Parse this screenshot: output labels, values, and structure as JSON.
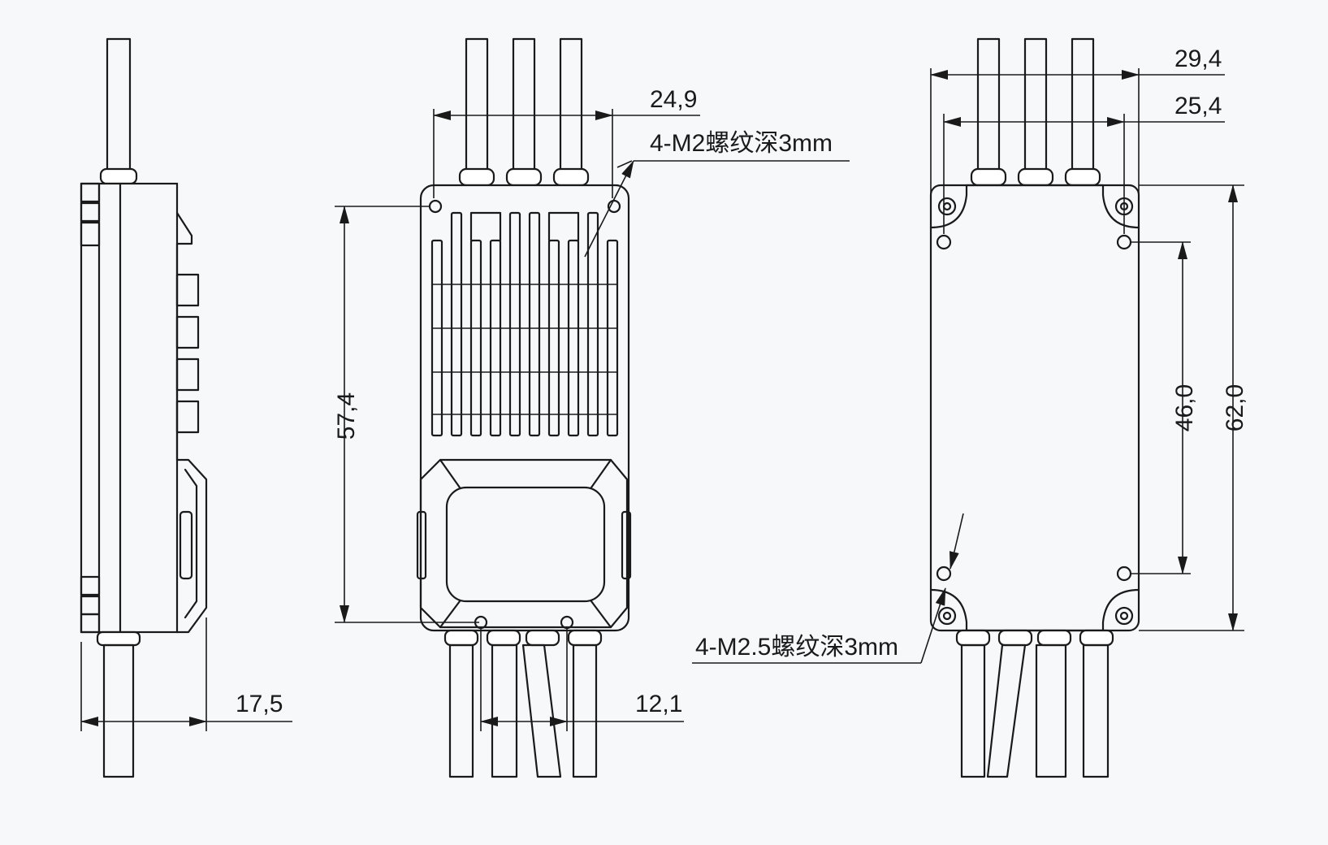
{
  "dimensions": {
    "side_width": "17,5",
    "top_span": "24,9",
    "top_height": "57,4",
    "bottom_pitch": "12,1",
    "back_outer_width": "29,4",
    "back_inner_width": "25,4",
    "back_total_height": "62,0",
    "back_hole_pitch": "46,0"
  },
  "notes": {
    "front_holes": "4-M2螺纹深3mm",
    "back_holes": "4-M2.5螺纹深3mm"
  },
  "colors": {
    "line": "#1a1a1a",
    "background": "#f6f8fa"
  }
}
